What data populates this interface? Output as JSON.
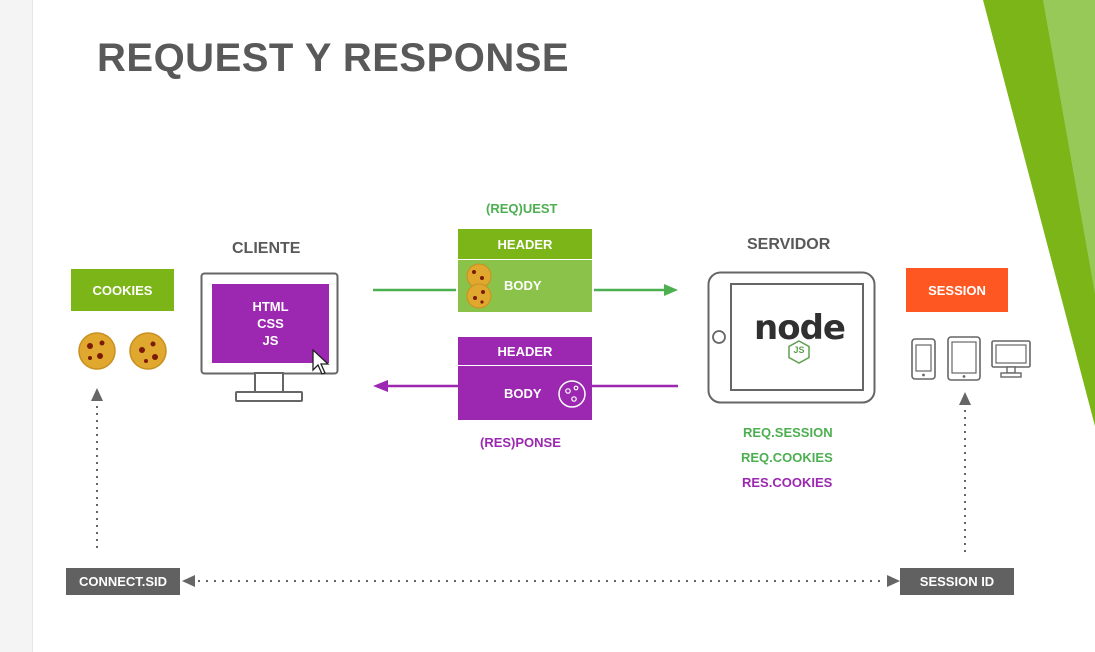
{
  "slide": {
    "title": "REQUEST Y RESPONSE"
  },
  "cookies": {
    "label": "COOKIES"
  },
  "cliente": {
    "title": "CLIENTE",
    "screen_lines": [
      "HTML",
      "CSS",
      "JS"
    ]
  },
  "request": {
    "label": "(REQ)UEST",
    "header": "HEADER",
    "body": "BODY"
  },
  "response": {
    "label": "(RES)PONSE",
    "header": "HEADER",
    "body": "BODY"
  },
  "servidor": {
    "title": "SERVIDOR",
    "logo_text": "node",
    "logo_badge": "JS"
  },
  "session": {
    "label": "SESSION"
  },
  "server_props": [
    {
      "text": "REQ.SESSION",
      "color": "#4caf50"
    },
    {
      "text": "REQ.COOKIES",
      "color": "#4caf50"
    },
    {
      "text": "RES.COOKIES",
      "color": "#9c27b0"
    }
  ],
  "connect_sid": {
    "label": "CONNECT.SID"
  },
  "session_id": {
    "label": "SESSION ID"
  },
  "colors": {
    "green": "#7cb518",
    "green_light": "#8bc34a",
    "purple": "#9c27b0",
    "orange": "#ff5722",
    "gray_dark": "#616161",
    "arrow_green": "#4caf50",
    "cookie": "#e0a82e",
    "chip": "#7b1a06"
  },
  "icons": [
    "cookie-icon",
    "monitor-icon",
    "tablet-icon",
    "phone-icon",
    "desktop-icon",
    "cursor-icon",
    "node-logo-icon"
  ]
}
